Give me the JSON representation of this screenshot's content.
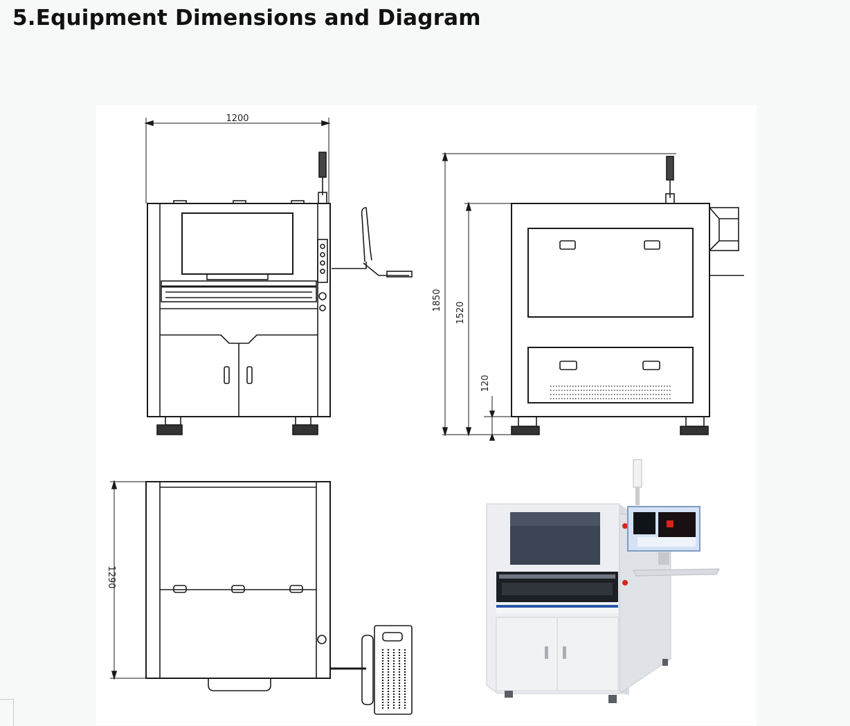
{
  "page": {
    "heading": "5.Equipment Dimensions and Diagram"
  },
  "figure": {
    "front_view": {
      "width_label": "1200"
    },
    "side_view": {
      "height_label": "1850",
      "body_height_label": "1520",
      "foot_height_label": "120"
    },
    "top_view": {
      "depth_label": "1290"
    }
  },
  "colors": {
    "page_bg": "#f7f9f8",
    "panel_bg": "#ffffff",
    "line": "#1a1a1a",
    "photo_body": "#e9ebee",
    "photo_window": "#3b4452",
    "photo_stripe": "#2a55a8",
    "photo_red": "#d6261c"
  }
}
